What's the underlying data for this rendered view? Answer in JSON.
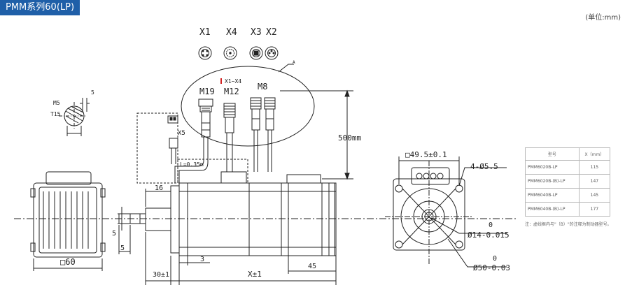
{
  "header": {
    "title": "PMM系列60(LP)",
    "unit_note": "(单位:mm)"
  },
  "connectors": {
    "labels": [
      "X1",
      "X4",
      "X3",
      "X2"
    ],
    "sizes": [
      "M19",
      "M12",
      "M8"
    ],
    "note": "X1~X4",
    "detail_letter": "A",
    "x5_label": "X5"
  },
  "dimensions": {
    "m5": "M5",
    "t15": "T15",
    "five_small": "5",
    "cable_length": "500mm",
    "cable_l": "L=0.35m",
    "sixteen": "16",
    "five_left": "5",
    "five_lower": "5",
    "flange_square": "□60",
    "thirty": "30±1",
    "three": "3",
    "length_x": "X±1",
    "forty_five": "45",
    "square_49": "□49.5±0.1",
    "holes": "4-Ø5.5",
    "shaft_dia": "Ø14-0.015",
    "shaft_tol_top": "0",
    "pilot_dia": "Ø50-0.03",
    "pilot_tol_top": "0"
  },
  "spec_table": {
    "headers": [
      "型号",
      "X（mm）"
    ],
    "rows": [
      {
        "model": "PMM6020B-LP",
        "x": "115"
      },
      {
        "model": "PMM6020B-(B)-LP",
        "x": "147"
      },
      {
        "model": "PMM6040B-LP",
        "x": "145"
      },
      {
        "model": "PMM6040B-(B)-LP",
        "x": "177"
      }
    ]
  },
  "footnote": "注：虚线框内与\"（B）\"的注释为制动器型号。",
  "colors": {
    "title_bg": "#1f5fa8",
    "line": "#222222",
    "marker": "#d22222"
  }
}
